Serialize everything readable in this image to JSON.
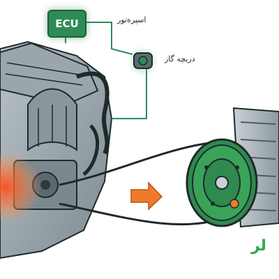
{
  "ecu": {
    "label": "ECU"
  },
  "labels": {
    "sensor": "اسپرەتور",
    "throttle": "دریچه گاز",
    "compressor_partial": "لر"
  },
  "colors": {
    "accent_green": "#2e8b57",
    "pulley_green": "#3aa35a",
    "engine_glow": "#ff5a2a",
    "arrow_orange": "#f07a2a",
    "wire": "#2e8b57",
    "outline": "#1d2a2a"
  },
  "icons": [
    "engine-icon",
    "throttle-sensor-icon",
    "compressor-icon",
    "flow-arrow-icon"
  ]
}
